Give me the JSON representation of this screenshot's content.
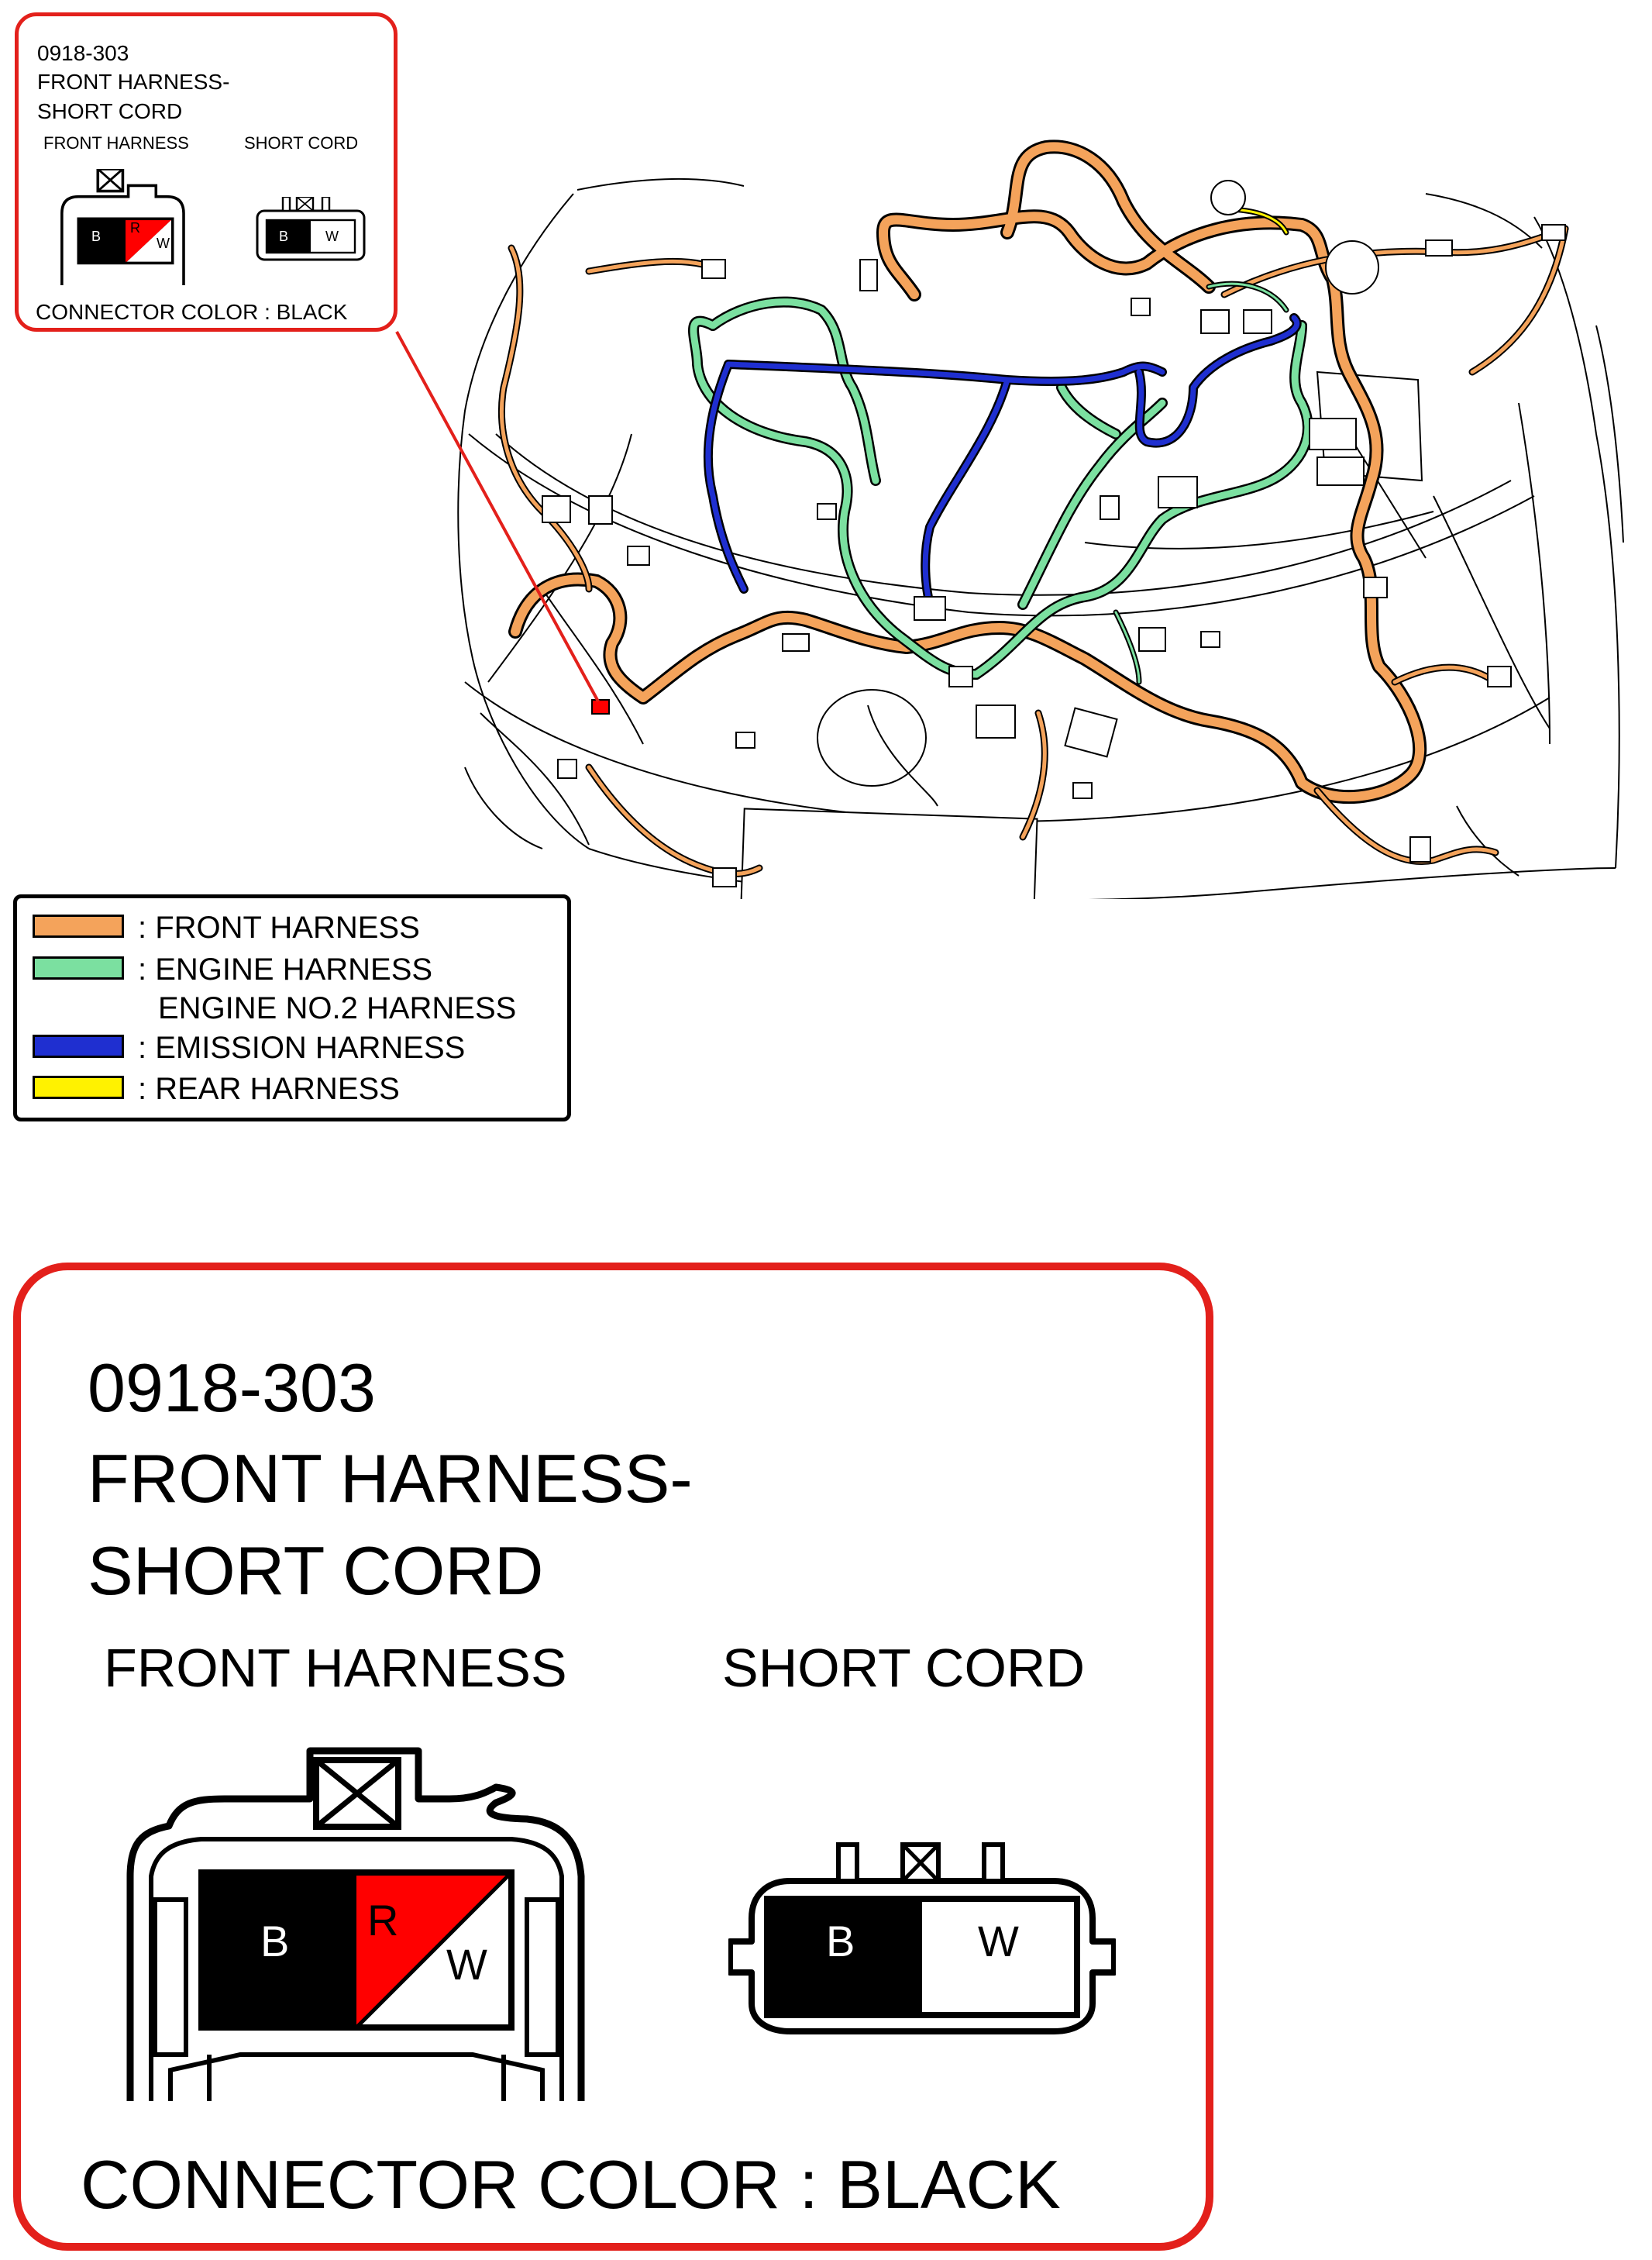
{
  "connector_code": "0918-303",
  "title_line1": "FRONT HARNESS-",
  "title_line2": "SHORT CORD",
  "front_harness_label": "FRONT HARNESS",
  "short_cord_label": "SHORT CORD",
  "connector_color": "CONNECTOR COLOR : BLACK",
  "front_connector": {
    "pin_b": "B",
    "pin_r": "R",
    "pin_w": "W"
  },
  "short_connector": {
    "pin_b": "B",
    "pin_w": "W"
  },
  "legend": [
    {
      "label": ": FRONT HARNESS",
      "color": "#f4a35b"
    },
    {
      "label": ": ENGINE HARNESS",
      "label2": "ENGINE NO.2 HARNESS",
      "color": "#7be0a0"
    },
    {
      "label": ": EMISSION HARNESS",
      "color": "#1f2fd0"
    },
    {
      "label": ": REAR HARNESS",
      "color": "#fff200"
    }
  ],
  "colors": {
    "callout_red": "#e3201b",
    "front": "#f4a35b",
    "engine": "#7be0a0",
    "emission": "#1f2fd0",
    "rear": "#fff200",
    "pin_red": "#ff0000"
  }
}
